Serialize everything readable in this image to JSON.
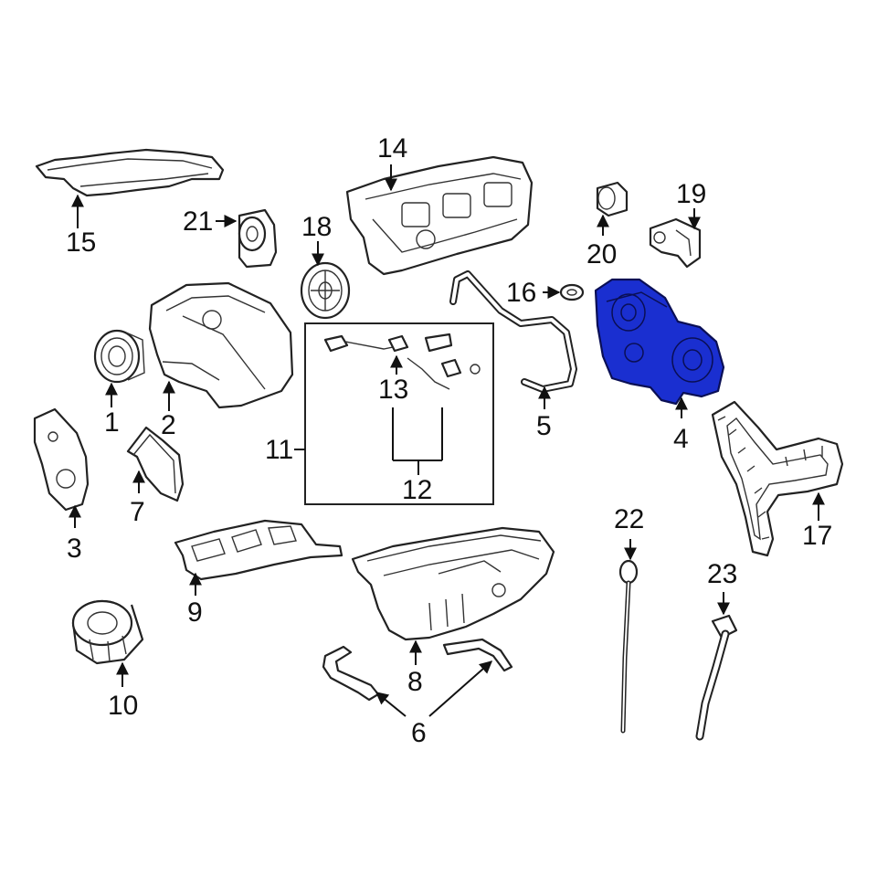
{
  "colors": {
    "highlight": "#1a2fd0",
    "line": "#222222",
    "background": "#ffffff"
  },
  "callouts": {
    "c1": "1",
    "c2": "2",
    "c3": "3",
    "c4": "4",
    "c5": "5",
    "c6": "6",
    "c7": "7",
    "c8": "8",
    "c9": "9",
    "c10": "10",
    "c11": "11",
    "c12": "12",
    "c13": "13",
    "c14": "14",
    "c15": "15",
    "c16": "16",
    "c17": "17",
    "c18": "18",
    "c19": "19",
    "c20": "20",
    "c21": "21",
    "c22": "22",
    "c23": "23"
  },
  "highlighted_part": "4"
}
